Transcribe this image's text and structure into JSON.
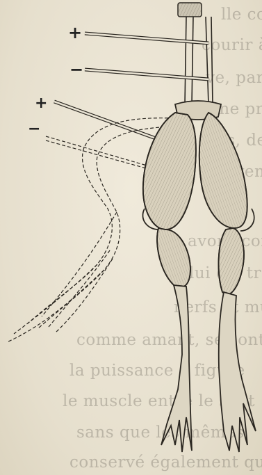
{
  "figure": {
    "electrode_labels": [
      "+",
      "−",
      "+",
      "−"
    ]
  },
  "background_text": {
    "lines": [
      "lle conserve tout le te",
      "courir à conserver un seul a",
      "ve, paradoxale, en liant",
      "une préparation galvanique",
      "os, de les coupera",
      "un ventre des deux les cou",
      "",
      "avons comparer",
      "lui est tres",
      "nerfs et muscles",
      "comme amant, se sont en",
      "la puissance à figure",
      "le muscle entre le sont",
      "sans que les mêmes",
      "conservé également qu"
    ]
  }
}
